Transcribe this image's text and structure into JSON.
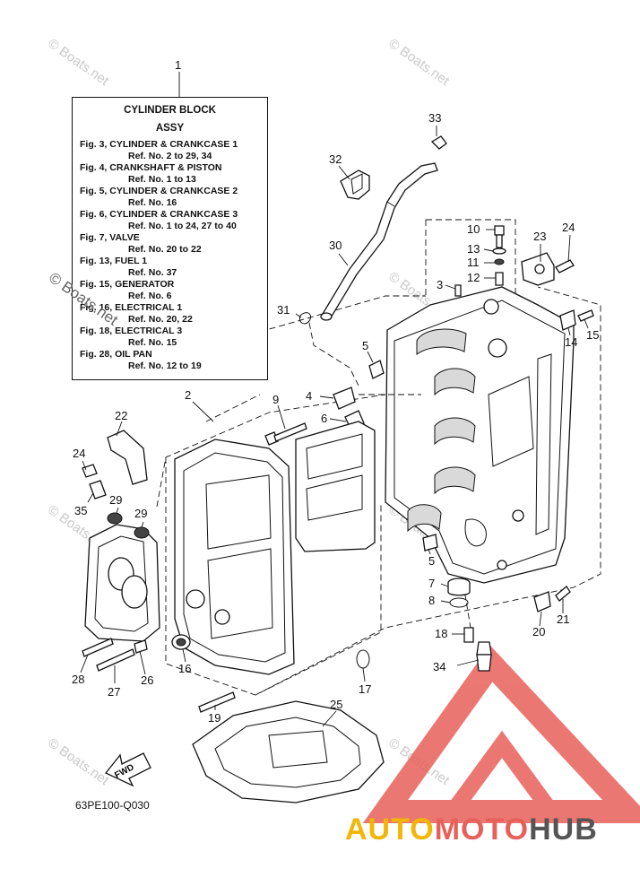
{
  "reference_box": {
    "callout": "1",
    "title": "CYLINDER BLOCK",
    "subtitle": "ASSY",
    "rows": [
      {
        "fig": "Fig. 3, CYLINDER & CRANKCASE 1",
        "ref": "Ref. No. 2 to 29, 34"
      },
      {
        "fig": "Fig. 4, CRANKSHAFT & PISTON",
        "ref": "Ref. No. 1 to 13"
      },
      {
        "fig": "Fig. 5, CYLINDER & CRANKCASE 2",
        "ref": "Ref. No. 16"
      },
      {
        "fig": "Fig. 6, CYLINDER & CRANKCASE 3",
        "ref": "Ref. No. 1 to 24, 27 to 40"
      },
      {
        "fig": "Fig. 7, VALVE",
        "ref": "Ref. No. 20 to 22"
      },
      {
        "fig": "Fig. 13, FUEL 1",
        "ref": "Ref. No. 37"
      },
      {
        "fig": "Fig. 15, GENERATOR",
        "ref": "Ref. No. 6"
      },
      {
        "fig": "Fig. 16, ELECTRICAL 1",
        "ref": "Ref. No. 20, 22"
      },
      {
        "fig": "Fig. 18, ELECTRICAL 3",
        "ref": "Ref. No. 15"
      },
      {
        "fig": "Fig. 28, OIL PAN",
        "ref": "Ref. No. 12 to 19"
      }
    ]
  },
  "callouts": [
    "2",
    "3",
    "4",
    "5",
    "5",
    "6",
    "7",
    "8",
    "9",
    "10",
    "11",
    "12",
    "13",
    "14",
    "15",
    "16",
    "17",
    "18",
    "19",
    "20",
    "21",
    "22",
    "23",
    "24",
    "24",
    "25",
    "26",
    "27",
    "28",
    "29",
    "29",
    "30",
    "31",
    "32",
    "33",
    "34",
    "35"
  ],
  "fwd_label": "FWD",
  "diagram_code": "63PE100-Q030",
  "watermark": "© Boats.net",
  "logo": {
    "part1": "AUTO",
    "part2": "MOTO",
    "part3": "HUB",
    "color1": "#f2b705",
    "color2": "#e8605a",
    "color3": "#555555",
    "mark_color": "#e8605a"
  }
}
